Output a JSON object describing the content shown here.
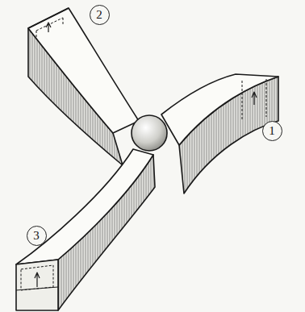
{
  "diagram": {
    "nodes": [
      {
        "text": [
          "2"
        ]
      },
      {
        "text": [
          "1"
        ]
      },
      {
        "text": [
          "3"
        ]
      }
    ]
  }
}
